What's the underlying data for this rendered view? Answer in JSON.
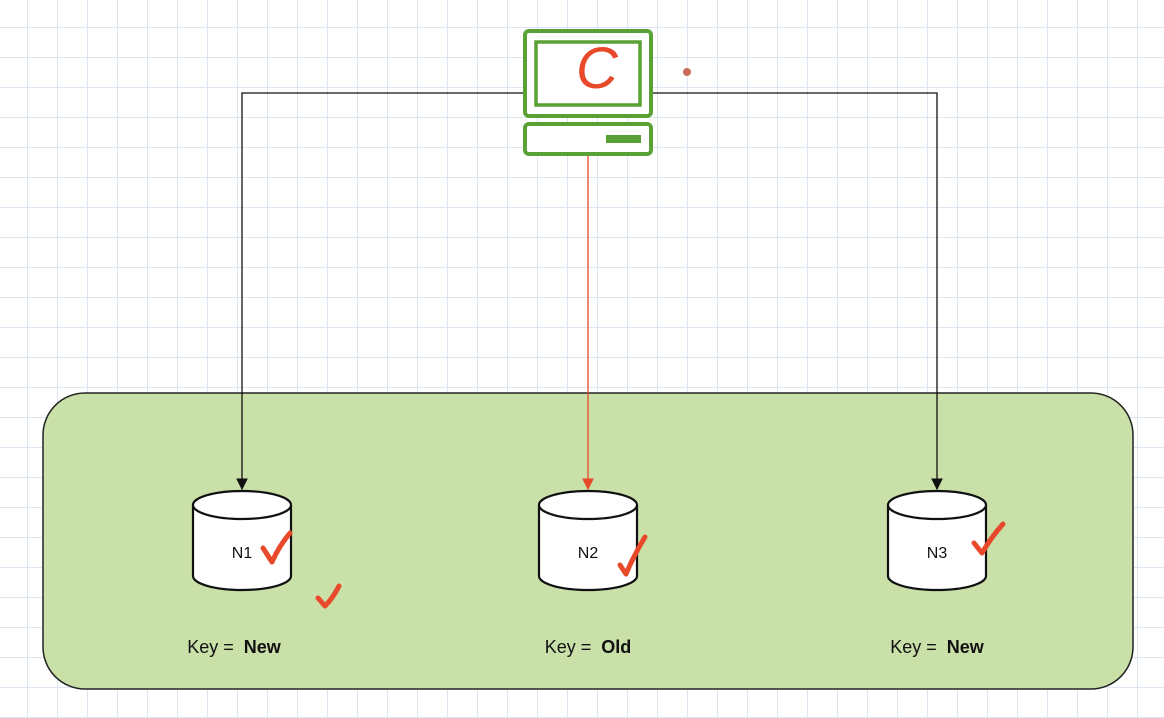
{
  "client": {
    "letter": "C",
    "monitor_color": "#5aa135",
    "letter_color": "#e8492a"
  },
  "cluster": {
    "fill": "#c9e0a9",
    "stroke": "#222222"
  },
  "colors": {
    "write_line": "#111111",
    "stale_line": "#e8492a",
    "check_mark": "#e8492a"
  },
  "nodes": [
    {
      "id": "n1",
      "name": "N1",
      "key_label": "Key =",
      "key_value": "New",
      "checked": true
    },
    {
      "id": "n2",
      "name": "N2",
      "key_label": "Key =",
      "key_value": "Old",
      "checked": true
    },
    {
      "id": "n3",
      "name": "N3",
      "key_label": "Key =",
      "key_value": "New",
      "checked": true
    }
  ],
  "extra_check": true,
  "icons": {
    "client": "computer-monitor-icon",
    "node": "database-cylinder-icon",
    "check": "check-mark-icon"
  }
}
